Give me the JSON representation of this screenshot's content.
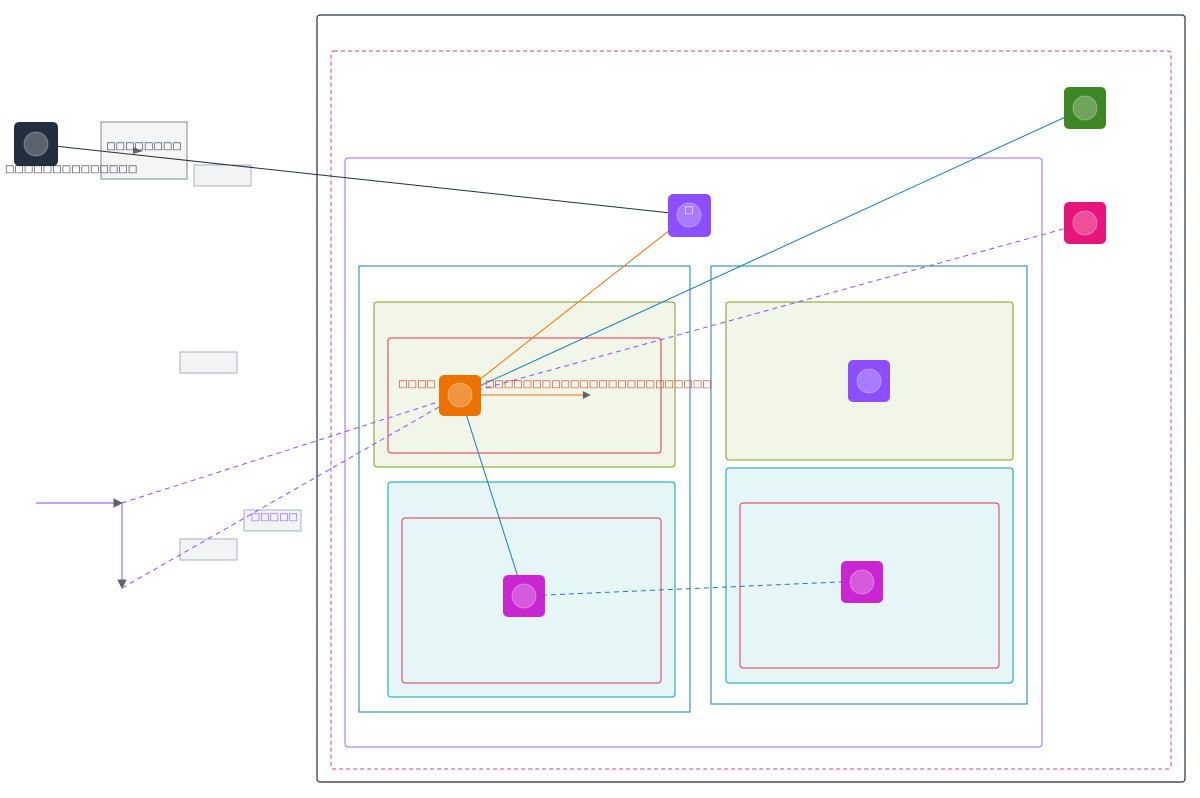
{
  "diagram": {
    "title": "",
    "groups": [
      {
        "id": "outer-frame",
        "label": "",
        "stroke": "#232f3e",
        "fill": "none",
        "style": "solid"
      },
      {
        "id": "region-dashed",
        "label": "",
        "stroke": "#dd3c6e",
        "fill": "none",
        "style": "dashed"
      },
      {
        "id": "vpc",
        "label": "",
        "stroke": "#8c4fff",
        "fill": "none",
        "style": "solid"
      },
      {
        "id": "az-left",
        "label": "",
        "stroke": "#147eba",
        "fill": "none",
        "style": "solid"
      },
      {
        "id": "az-right",
        "label": "",
        "stroke": "#147eba",
        "fill": "none",
        "style": "solid"
      },
      {
        "id": "public-subnet-left",
        "label": "",
        "stroke": "#7aa116",
        "fill": "#f2f6e8",
        "style": "solid"
      },
      {
        "id": "public-subnet-right",
        "label": "",
        "stroke": "#7aa116",
        "fill": "#f2f6e8",
        "style": "solid"
      },
      {
        "id": "private-subnet-left",
        "label": "",
        "stroke": "#00a4a6",
        "fill": "#e6f6f7",
        "style": "solid"
      },
      {
        "id": "private-subnet-right",
        "label": "",
        "stroke": "#00a4a6",
        "fill": "#e6f6f7",
        "style": "solid"
      },
      {
        "id": "security-group-top-left",
        "label": "",
        "stroke": "#dd344c",
        "fill": "none",
        "style": "solid"
      },
      {
        "id": "security-group-bottom-left",
        "label": "",
        "stroke": "#dd344c",
        "fill": "none",
        "style": "solid"
      },
      {
        "id": "security-group-bottom-right",
        "label": "",
        "stroke": "#dd344c",
        "fill": "none",
        "style": "solid"
      }
    ],
    "nodes": [
      {
        "id": "user",
        "label": "□□□□□□□□□□□□□□",
        "color": "#232f3e",
        "icon": "user-icon"
      },
      {
        "id": "gateway-box",
        "label": "□□□□□□□□",
        "color": "#f5f5f5",
        "icon": "box"
      },
      {
        "id": "internet-gateway",
        "label": "□",
        "color": "#8c4fff",
        "icon": "gateway-icon"
      },
      {
        "id": "ec2-public-left",
        "label": "□□□□",
        "color": "#ed7100",
        "icon": "compute-icon"
      },
      {
        "id": "nat-right",
        "label": "",
        "color": "#8c4fff",
        "icon": "nat-icon"
      },
      {
        "id": "db-left",
        "label": "",
        "color": "#c925d1",
        "icon": "database-icon"
      },
      {
        "id": "db-right",
        "label": "",
        "color": "#c925d1",
        "icon": "database-icon"
      },
      {
        "id": "s3",
        "label": "",
        "color": "#3f8624",
        "icon": "storage-icon"
      },
      {
        "id": "monitoring",
        "label": "",
        "color": "#e7157b",
        "icon": "monitoring-icon"
      }
    ],
    "edge_labels": [
      {
        "id": "ec2-label-long",
        "text": "□□□□□□□□□□□□□□□□□□□□□□□□",
        "color": "#d13212"
      },
      {
        "id": "dashed-edge-label",
        "text": "□□□□□",
        "color": "#8c4fff"
      },
      {
        "id": "empty-label-1",
        "text": ""
      },
      {
        "id": "empty-label-2",
        "text": ""
      },
      {
        "id": "empty-label-3",
        "text": ""
      }
    ],
    "edges": [
      {
        "from": "user",
        "to": "internet-gateway",
        "color": "#232f3e",
        "style": "solid"
      },
      {
        "from": "ec2-public-left",
        "to": "internet-gateway",
        "color": "#ed7100",
        "style": "solid"
      },
      {
        "from": "ec2-public-left",
        "to": "s3",
        "color": "#147eba",
        "style": "solid"
      },
      {
        "from": "ec2-public-left",
        "to": "monitoring",
        "color": "#8c4fff",
        "style": "dashed"
      },
      {
        "from": "ec2-public-left",
        "to": "db-left",
        "color": "#147eba",
        "style": "solid"
      },
      {
        "from": "db-left",
        "to": "db-right",
        "color": "#147eba",
        "style": "dashed"
      },
      {
        "from": "ec2-public-left",
        "to": "label-anchor",
        "color": "#ed7100",
        "style": "solid"
      },
      {
        "from": "external-left",
        "to": "branch",
        "color": "#8c4fff",
        "style": "solid"
      }
    ]
  }
}
